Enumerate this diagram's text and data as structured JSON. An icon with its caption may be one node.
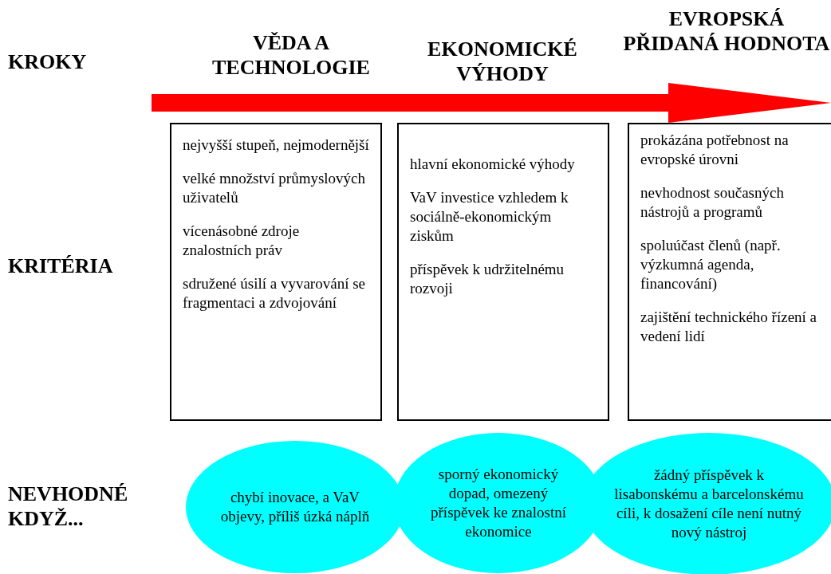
{
  "diagram": {
    "nodes": [
      {
        "text": [
          "nejvyšší stupeň, nejmodernější",
          "velké množství průmyslových uživatelů",
          "vícenásobné zdroje znalostních práv",
          "sdružené úsilí a vyvarování se fragmentaci a zdvojování"
        ]
      },
      {
        "text": [
          "hlavní ekonomické výhody",
          "VaV investice vzhledem k sociálně-ekonomickým ziskům",
          "příspěvek k udržitelnému rozvoji"
        ]
      },
      {
        "text": [
          "prokázána potřebnost na evropské úrovni",
          "nevhodnost současných nástrojů a programů",
          "spoluúčast členů (např. výzkumná agenda, financování)",
          "zajištění technického řízení a vedení lidí"
        ]
      },
      {
        "text": [
          "chybí inovace, a VaV objevy, příliš úzká náplň"
        ]
      },
      {
        "text": [
          "sporný ekonomický dopad, omezený příspěvek ke znalostní ekonomice"
        ]
      },
      {
        "text": [
          "žádný příspěvek k lisabonskému a barcelonskému cíli, k dosažení cíle není nutný nový nástroj"
        ]
      }
    ],
    "edges": [],
    "labels": [
      "KROKY",
      "VĚDA A TECHNOLOGIE",
      "EKONOMICKÉ VÝHODY",
      "EVROPSKÁ PŘIDANÁ HODNOTA",
      "KRITÉRIA",
      "NEVHODNÉ KDYŽ..."
    ]
  }
}
